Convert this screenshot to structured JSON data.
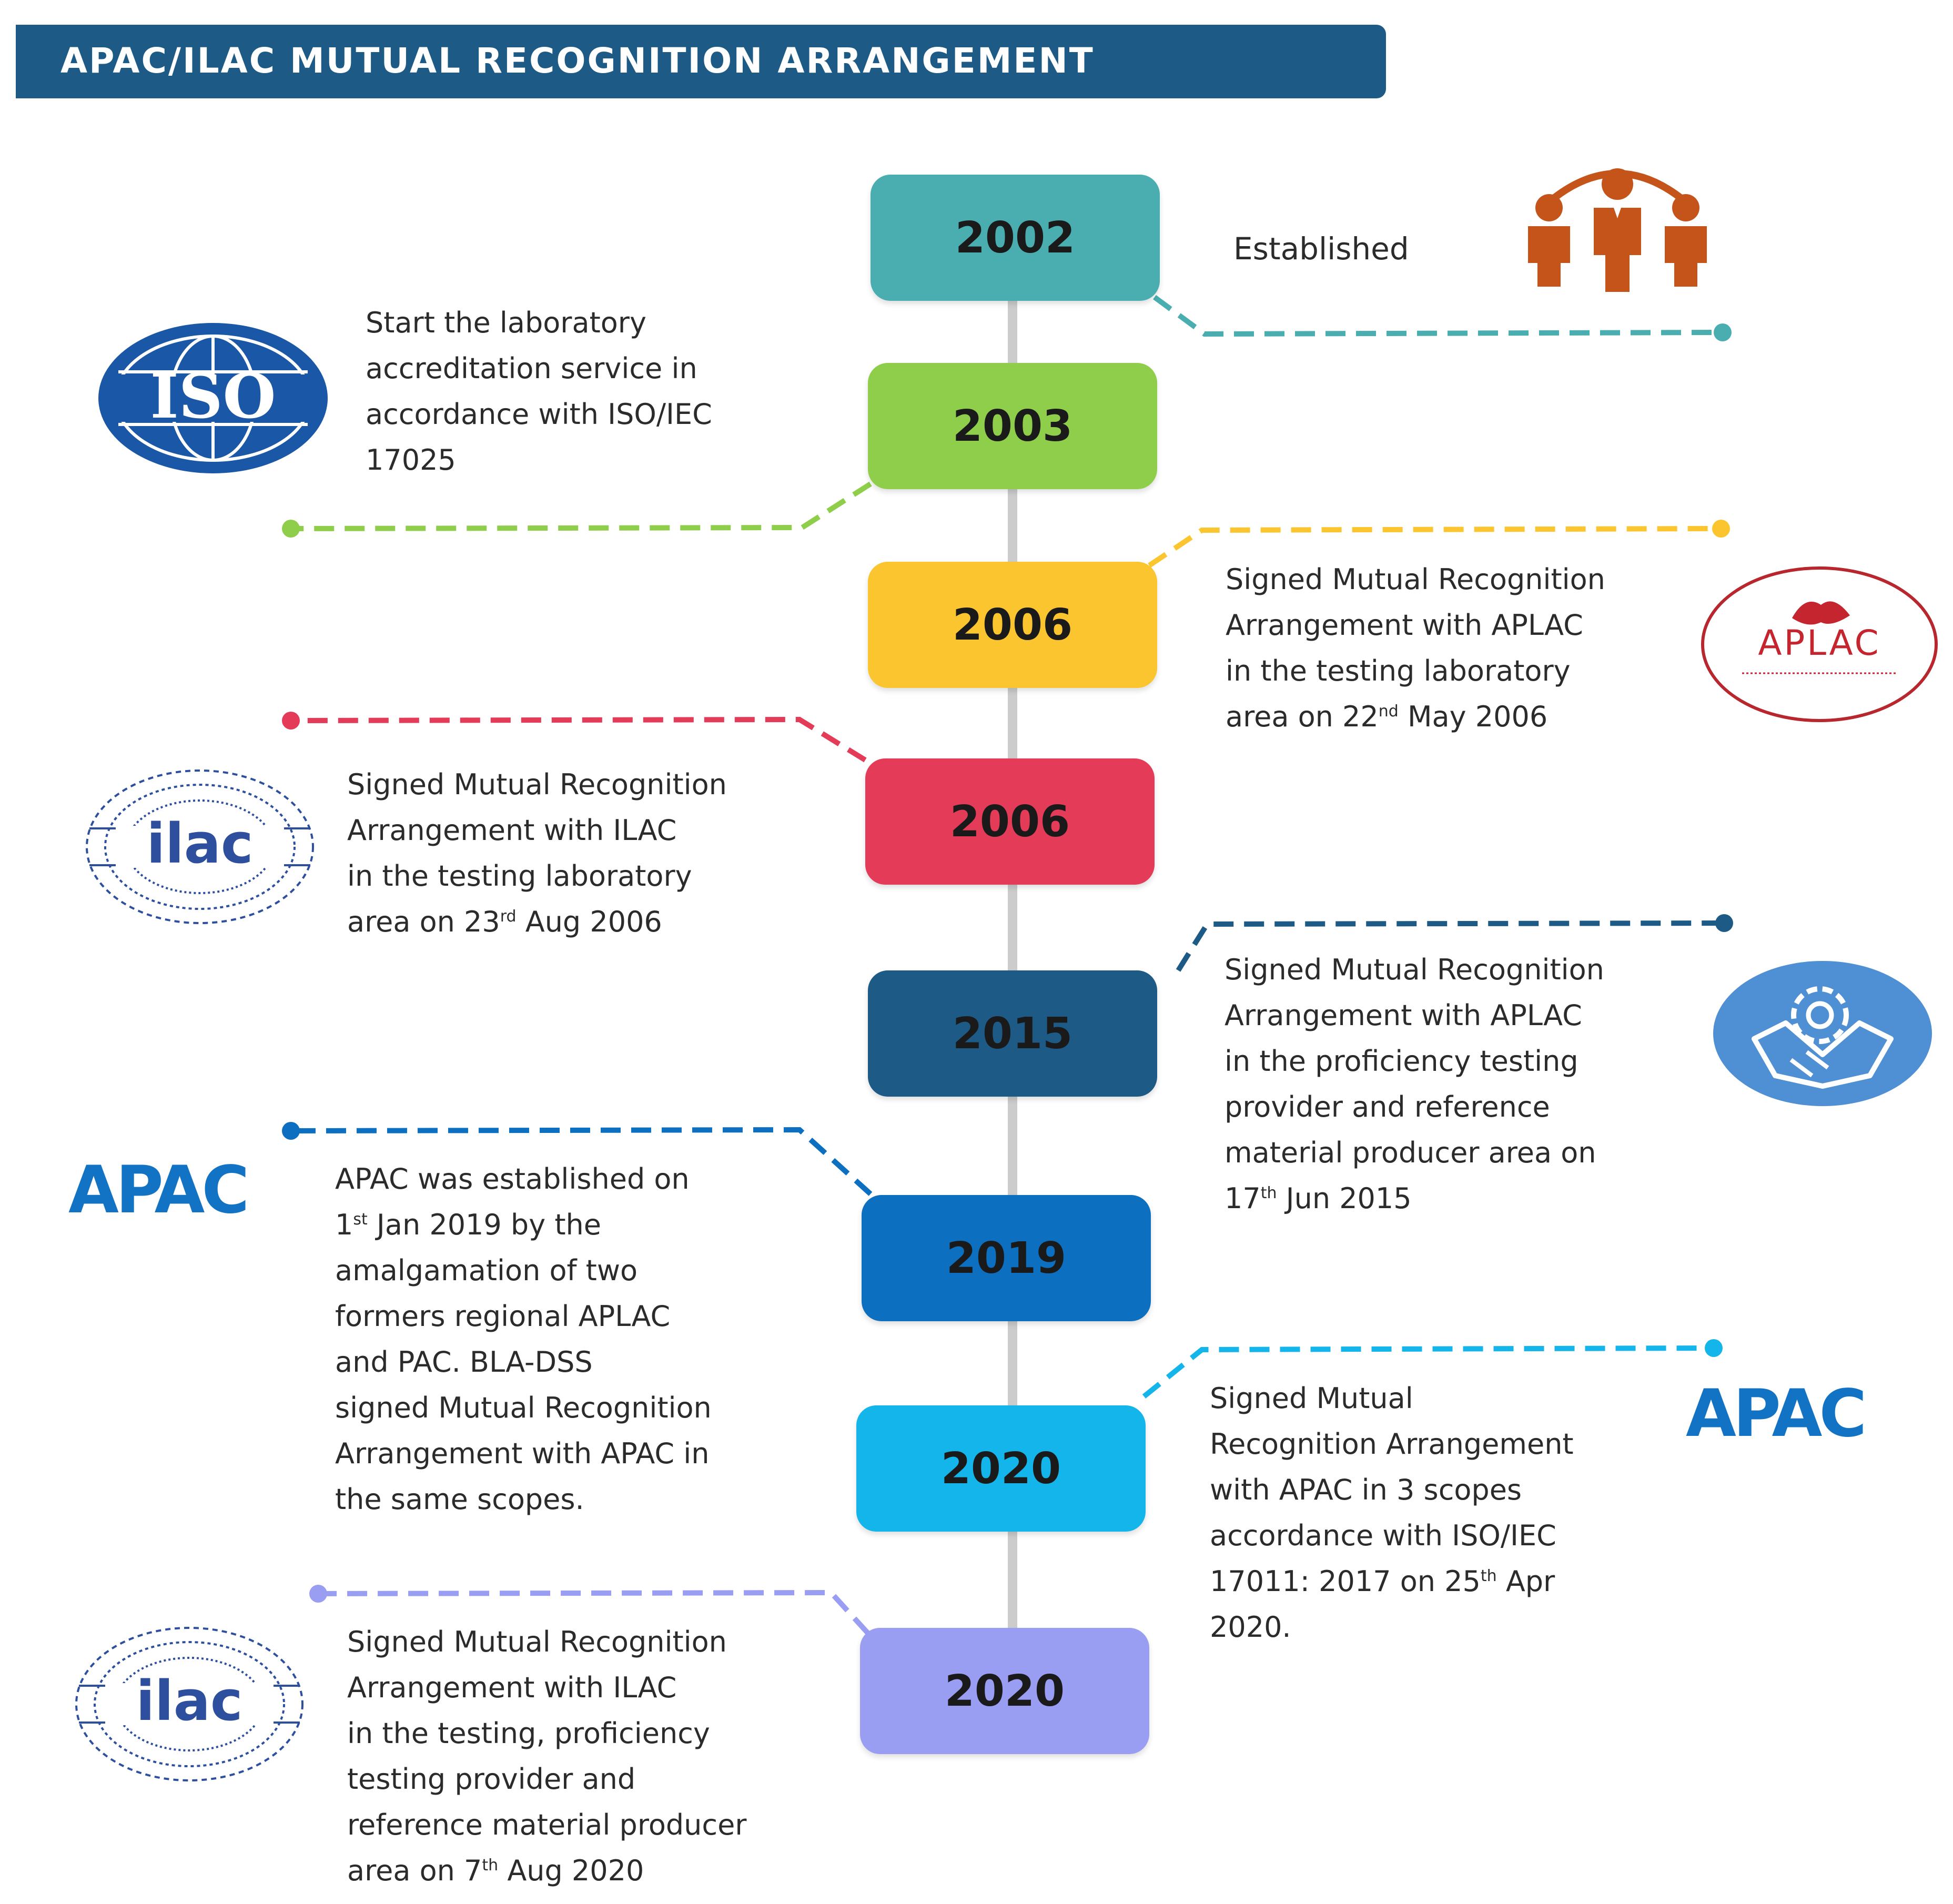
{
  "title": "APAC/ILAC MUTUAL RECOGNITION ARRANGEMENT",
  "colors": {
    "banner": "#1d5b86",
    "y2002": "#4aaeb0",
    "y2003": "#8fce4a",
    "y2006a": "#fbc52f",
    "y2006b": "#e43c58",
    "y2015": "#1d5b86",
    "y2019": "#0c6fc0",
    "y2020a": "#14b5ea",
    "y2020b": "#9a9ef3",
    "spine": "#cccccc"
  },
  "events": [
    {
      "year": "2002",
      "lines": [
        "Established"
      ]
    },
    {
      "year": "2003",
      "lines": [
        "Start the laboratory",
        "accreditation service in",
        "accordance with ISO/IEC",
        "17025"
      ]
    },
    {
      "year": "2006",
      "lines": [
        "Signed Mutual Recognition",
        "Arrangement with APLAC",
        "in the testing laboratory",
        "area on 22",
        "nd",
        " May 2006"
      ]
    },
    {
      "year": "2006",
      "lines": [
        "Signed Mutual Recognition",
        "Arrangement with ILAC",
        "in the testing laboratory",
        "area on 23",
        "rd",
        " Aug 2006"
      ]
    },
    {
      "year": "2015",
      "lines": [
        "Signed Mutual Recognition",
        "Arrangement with APLAC",
        "in the proficiency testing",
        "provider and reference",
        "material producer area on",
        "17",
        "th",
        " Jun 2015"
      ]
    },
    {
      "year": "2019",
      "lines": [
        "APAC was established on",
        "1",
        "st",
        " Jan 2019 by the",
        "amalgamation of two",
        "formers regional APLAC",
        "and PAC. BLA-DSS",
        "signed Mutual Recognition",
        "Arrangement with APAC in",
        "the same scopes."
      ]
    },
    {
      "year": "2020",
      "lines": [
        "Signed Mutual",
        "Recognition Arrangement",
        "with APAC in 3 scopes",
        "accordance with ISO/IEC",
        "17011: 2017 on 25",
        "th",
        " Apr",
        "2020."
      ]
    },
    {
      "year": "2020",
      "lines": [
        "Signed Mutual Recognition",
        "Arrangement with ILAC",
        "in the testing, proficiency",
        "testing provider and",
        "reference material producer",
        "area on 7",
        "th",
        " Aug 2020"
      ]
    }
  ],
  "logos": {
    "iso": "ISO",
    "aplac": "APLAC",
    "ilac": "ilac",
    "apac": "APAC"
  }
}
